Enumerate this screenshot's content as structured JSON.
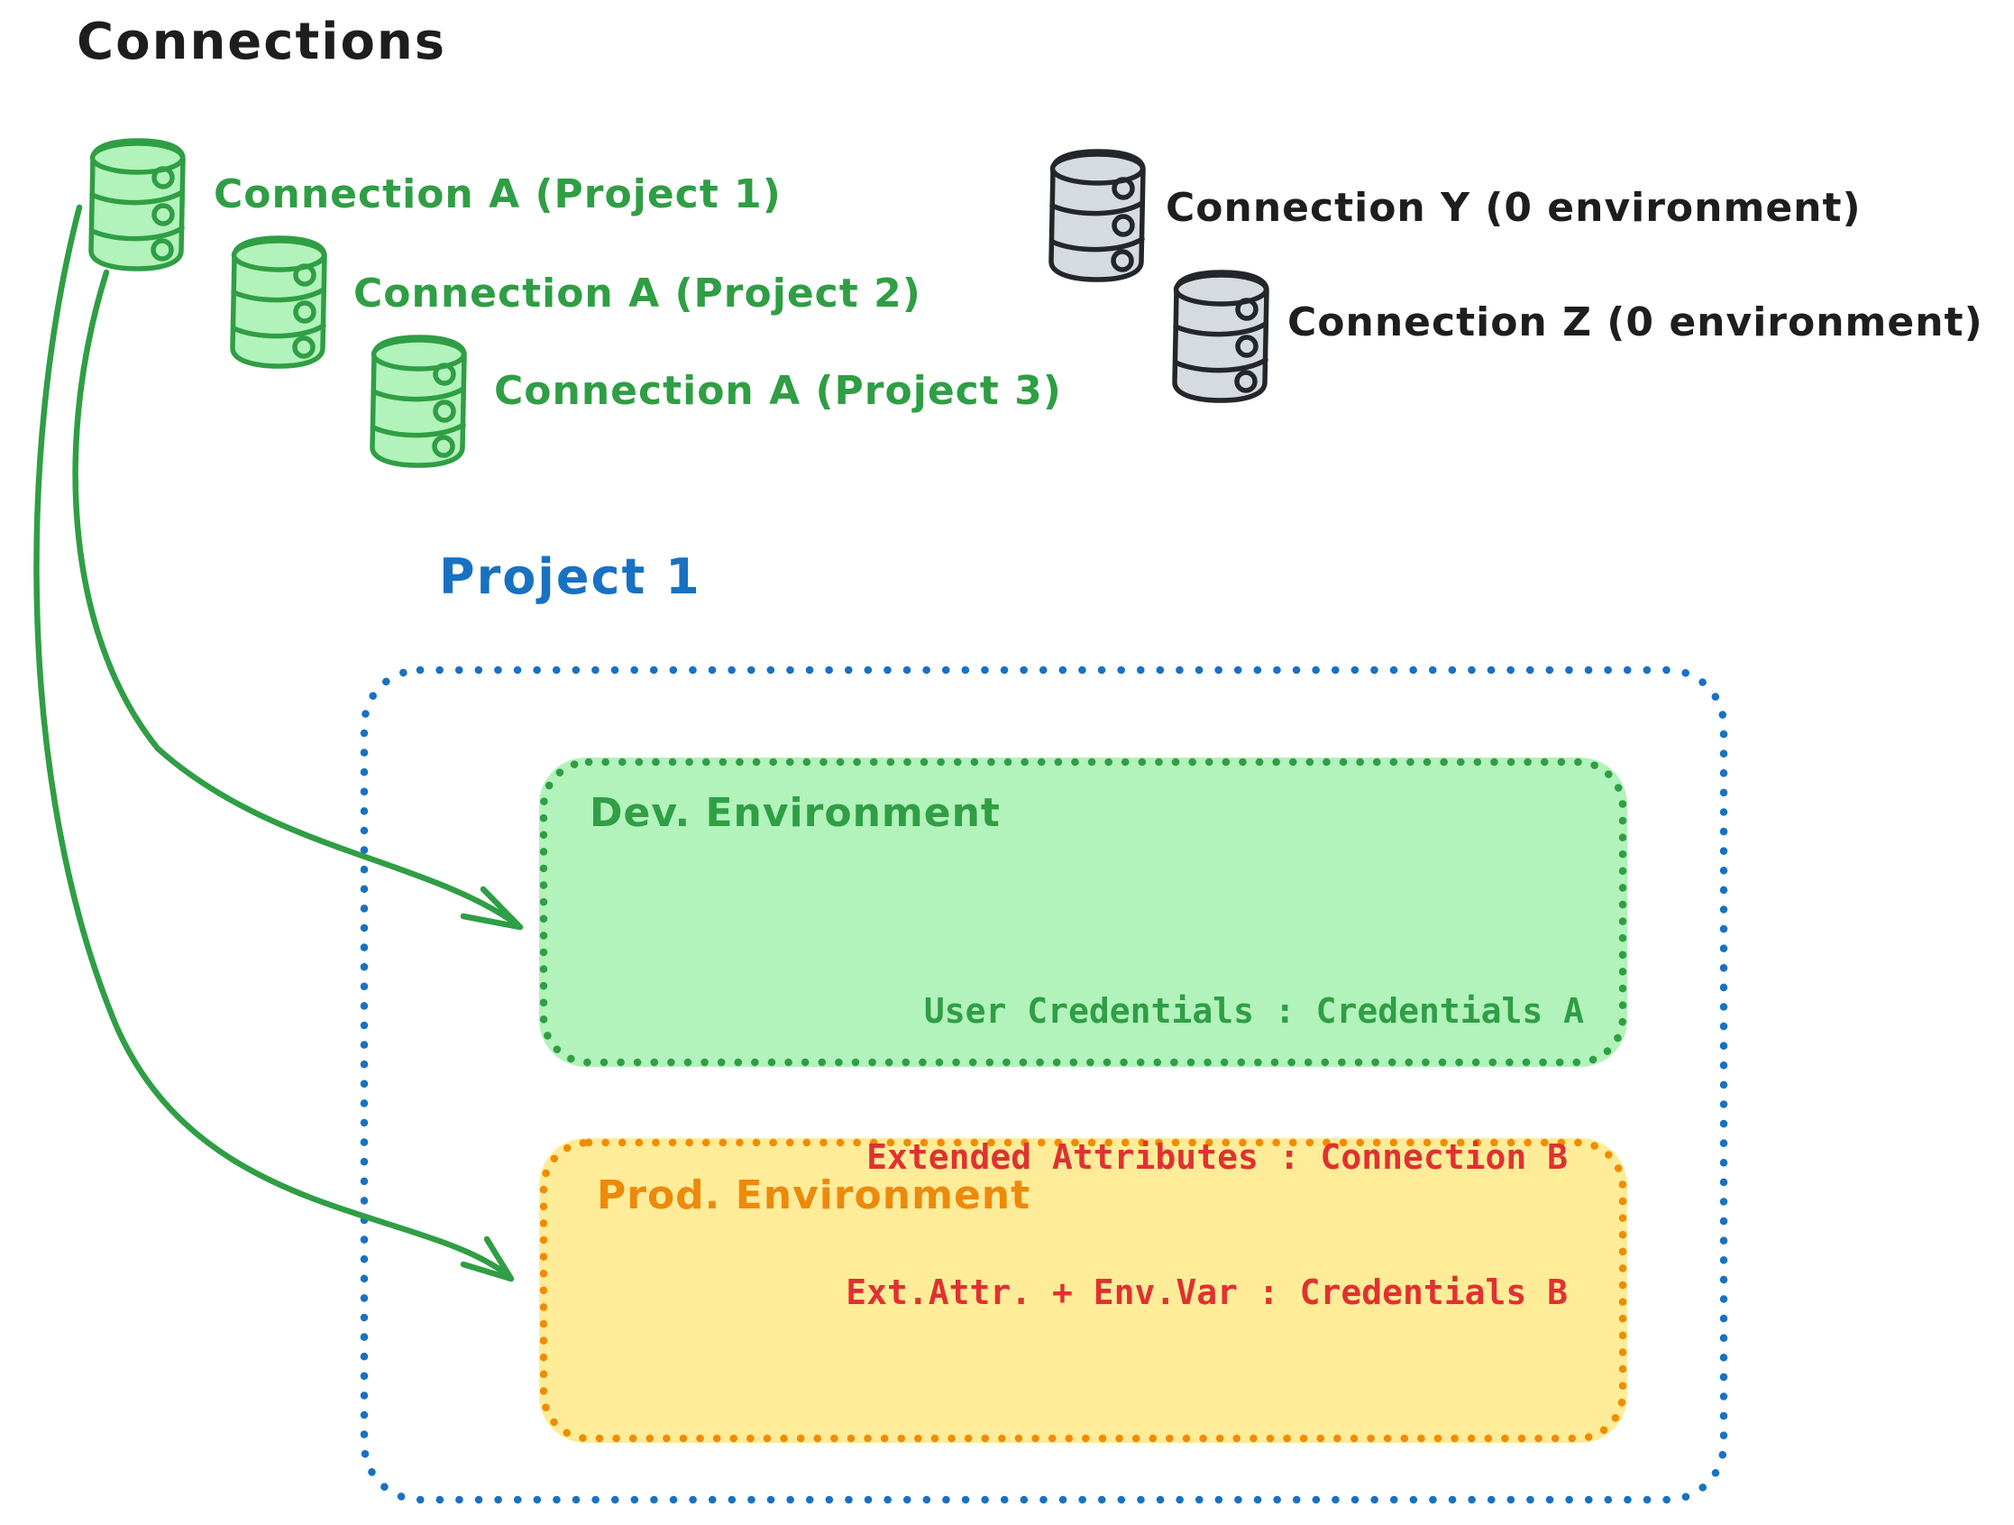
{
  "diagram": {
    "title": "Connections",
    "colors": {
      "ink_black": "#1e1e1e",
      "green_stroke": "#2f9e44",
      "green_fill": "#b2f2bb",
      "blue": "#1971c2",
      "orange_stroke": "#f08c00",
      "orange_fill": "#ffec99",
      "red": "#e03131",
      "gray_fill": "#d6dbe0"
    },
    "connections": {
      "green": [
        {
          "icon": "database-icon",
          "label": "Connection A (Project 1)"
        },
        {
          "icon": "database-icon",
          "label": "Connection A (Project 2)"
        },
        {
          "icon": "database-icon",
          "label": "Connection A (Project 3)"
        }
      ],
      "gray": [
        {
          "icon": "database-icon",
          "label": "Connection Y (0 environment)"
        },
        {
          "icon": "database-icon",
          "label": "Connection Z (0 environment)"
        }
      ]
    },
    "project": {
      "title": "Project 1",
      "dev_environment": {
        "label": "Dev. Environment",
        "mapping": "User Credentials : Credentials A"
      },
      "prod_environment": {
        "label": "Prod. Environment",
        "mappings": [
          "Extended Attributes : Connection B",
          "Ext.Attr. + Env.Var : Credentials B"
        ]
      },
      "arrows": [
        {
          "from": "Connection A",
          "to": "Dev. Environment"
        },
        {
          "from": "Connection A",
          "to": "Prod. Environment"
        }
      ]
    }
  }
}
